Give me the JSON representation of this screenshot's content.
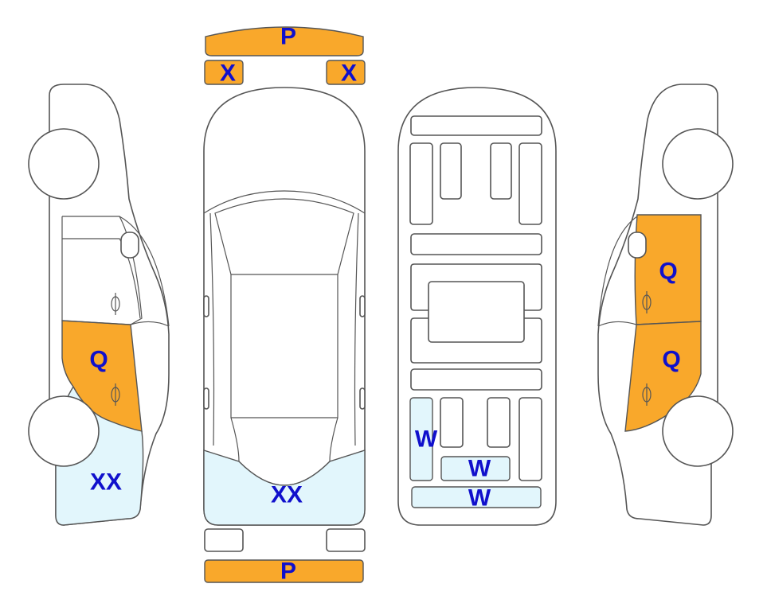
{
  "colors": {
    "damage_orange": "#F9A82B",
    "damage_light_blue": "#E2F6FC",
    "label_blue": "#1010CC",
    "outline": "#555555"
  },
  "left_side_view": {
    "front_door_label": "Q",
    "rear_quarter_label": "XX"
  },
  "top_view": {
    "front_bumper_label": "P",
    "left_headlight_label": "X",
    "right_headlight_label": "X",
    "rear_section_label": "XX",
    "rear_bumper_label": "P"
  },
  "underbody_view": {
    "left_rear_label": "W",
    "rear_center_label": "W",
    "rear_bar_label": "W"
  },
  "right_side_view": {
    "rear_door_label": "Q",
    "front_door_label": "Q"
  }
}
